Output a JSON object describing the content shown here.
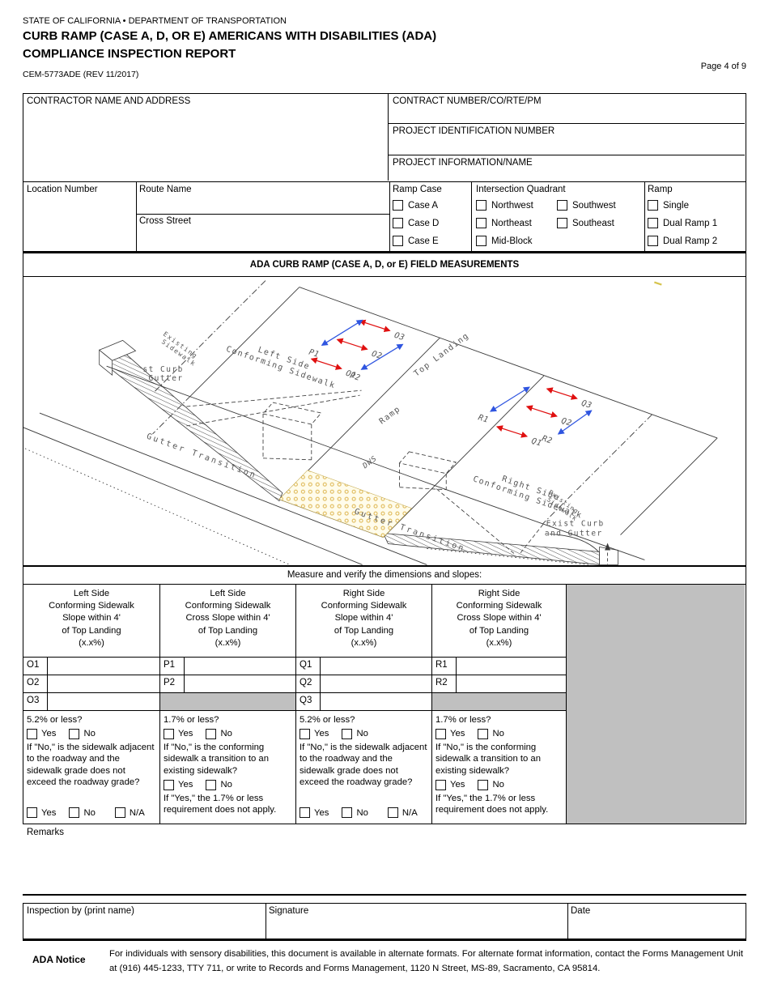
{
  "header": {
    "agency": "STATE OF CALIFORNIA • DEPARTMENT OF TRANSPORTATION",
    "title1": "CURB RAMP (CASE A, D, OR E) AMERICANS WITH DISABILITIES (ADA)",
    "title2": "COMPLIANCE INSPECTION REPORT",
    "form_number": "CEM-5773ADE (REV 11/2017)",
    "page": "Page 4 of 9"
  },
  "info_box": {
    "contractor": "CONTRACTOR NAME AND ADDRESS",
    "contract": "CONTRACT NUMBER/CO/RTE/PM",
    "project_id": "PROJECT IDENTIFICATION NUMBER",
    "project_name": "PROJECT INFORMATION/NAME"
  },
  "location": {
    "location_number": "Location Number",
    "route_name": "Route Name",
    "cross_street": "Cross Street",
    "ramp_case_label": "Ramp Case",
    "ramp_case_options": [
      "Case A",
      "Case D",
      "Case E"
    ],
    "quadrant_label": "Intersection Quadrant",
    "quadrant_col1": [
      "Northwest",
      "Northeast",
      "Mid-Block"
    ],
    "quadrant_col2": [
      "Southwest",
      "Southeast"
    ],
    "ramp_label": "Ramp",
    "ramp_options": [
      "Single",
      "Dual Ramp 1",
      "Dual Ramp 2"
    ]
  },
  "diagram": {
    "title": "ADA CURB RAMP (CASE A, D, or E) FIELD MEASUREMENTS",
    "labels": {
      "existing_sidewalk_tl_1": "Existing",
      "existing_sidewalk_tl_2": "Sidewalk",
      "exist_curb_tl_1": "st Curb",
      "exist_curb_tl_2": "Gutter",
      "left_side_1": "Left Side",
      "left_side_2": "Conforming Sidewalk",
      "top_landing": "Top Landing",
      "ramp": "Ramp",
      "dws": "DWS",
      "gutter_transition_left": "Gutter Transition",
      "gutter_transition_bottom": "Gutter Transition",
      "right_side_1": "Right Side",
      "right_side_2": "Conforming Sidewalk",
      "existing_sidewalk_br_1": "Existing",
      "existing_sidewalk_br_2": "Sidewalk",
      "exist_curb_gutter_1": "Exist Curb",
      "exist_curb_gutter_2": "and Gutter"
    },
    "arrows": {
      "o1": "O1",
      "o2": "O2",
      "o3": "O3",
      "p1": "P1",
      "p2": "P2",
      "q1": "Q1",
      "q2": "Q2",
      "q3": "Q3",
      "r1": "R1",
      "r2": "R2"
    },
    "colors": {
      "slope_arrow_red": "#e01010",
      "cross_slope_arrow_blue": "#2f55e0",
      "dws_dot": "#dcb34a",
      "shaded_cell_gray": "#c0c0c0"
    }
  },
  "measure": {
    "instruction": "Measure and verify the dimensions and slopes:",
    "columns": [
      {
        "header_lines": [
          "Left Side",
          "Conforming Sidewalk",
          "Slope within 4'",
          "of Top Landing",
          "(x.x%)"
        ],
        "rows": [
          "O1",
          "O2",
          "O3"
        ]
      },
      {
        "header_lines": [
          "Left Side",
          "Conforming Sidewalk",
          "Cross Slope within 4'",
          "of Top Landing",
          "(x.x%)"
        ],
        "rows": [
          "P1",
          "P2"
        ]
      },
      {
        "header_lines": [
          "Right Side",
          "Conforming Sidewalk",
          "Slope within 4'",
          "of Top Landing",
          "(x.x%)"
        ],
        "rows": [
          "Q1",
          "Q2",
          "Q3"
        ]
      },
      {
        "header_lines": [
          "Right Side",
          "Conforming Sidewalk",
          "Cross Slope within 4'",
          "of Top Landing",
          "(x.x%)"
        ],
        "rows": [
          "R1",
          "R2"
        ]
      }
    ],
    "questions_slope": {
      "q1": "5.2% or less?",
      "yes": "Yes",
      "no": "No",
      "na": "N/A",
      "q2": "If \"No,\" is the sidewalk adjacent to the roadway and the sidewalk grade does not exceed the roadway grade?"
    },
    "questions_cross": {
      "q1": "1.7% or less?",
      "yes": "Yes",
      "no": "No",
      "q2": "If \"No,\" is the conforming sidewalk a transition to an existing sidewalk?",
      "note": "If \"Yes,\" the 1.7% or less requirement does not apply."
    }
  },
  "remarks_label": "Remarks",
  "signoff": {
    "inspection_by": "Inspection by (print name)",
    "signature": "Signature",
    "date": "Date"
  },
  "ada_notice": {
    "label": "ADA Notice",
    "text": "For individuals with sensory disabilities, this document is available in alternate formats. For alternate format information, contact the Forms Management Unit at (916) 445-1233, TTY 711, or write to Records and Forms Management, 1120 N Street, MS-89, Sacramento, CA 95814."
  }
}
